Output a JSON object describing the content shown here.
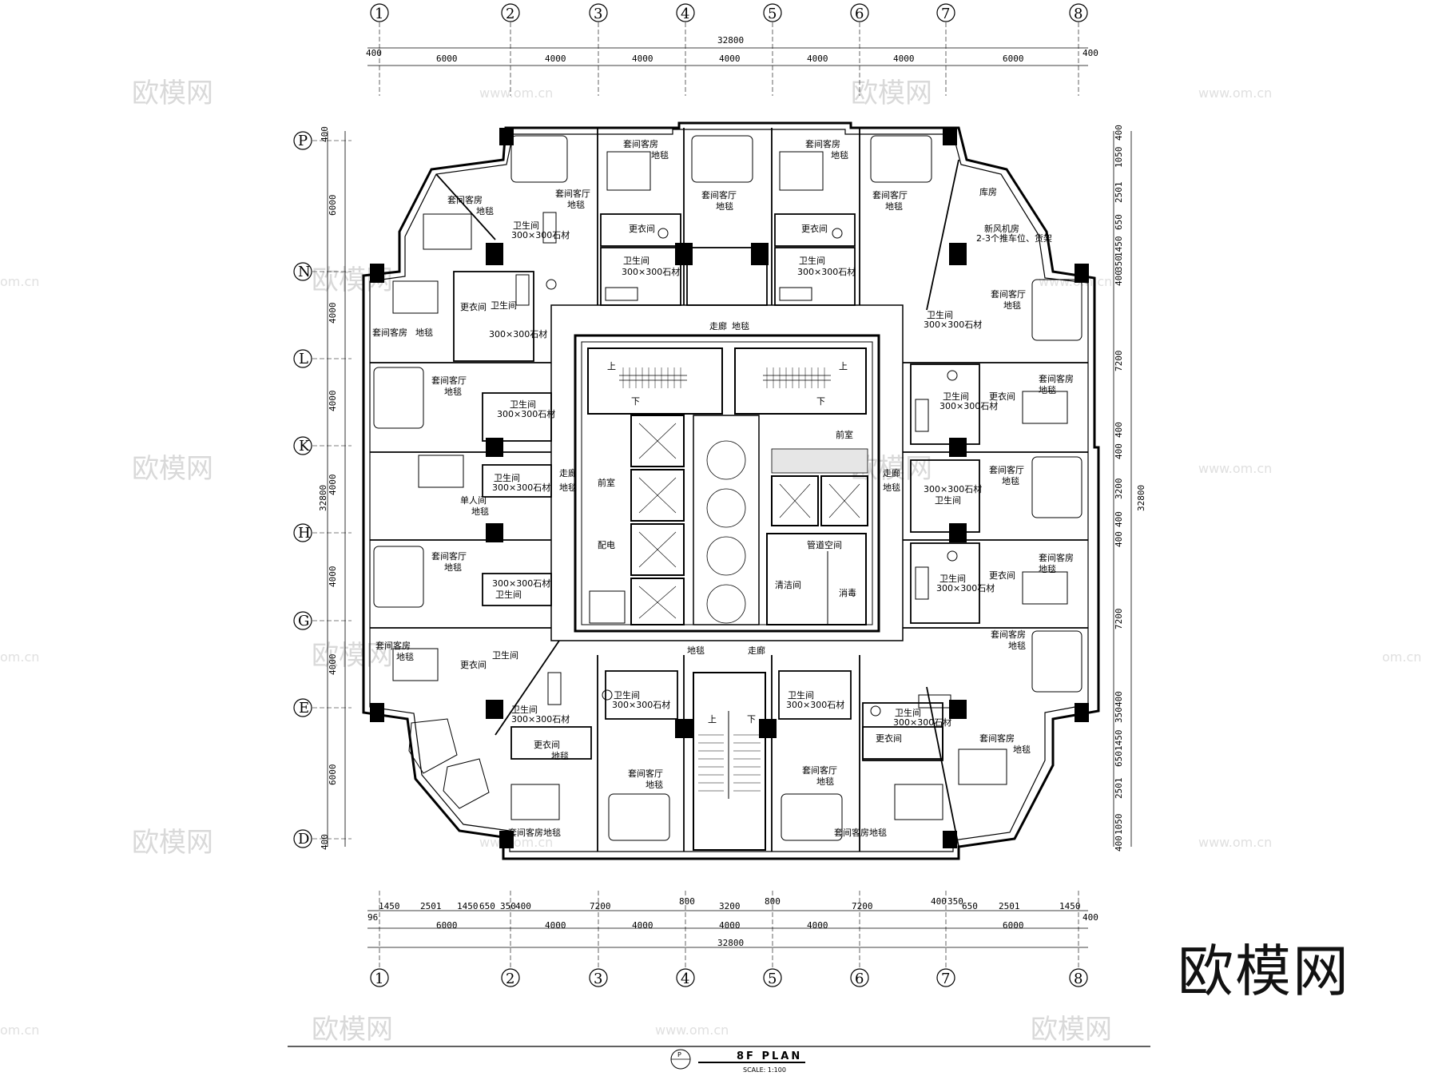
{
  "drawing": {
    "title": "8F PLAN",
    "scale": "SCALE: 1:100",
    "title_marker": "P",
    "brand": "欧模网"
  },
  "watermarks": {
    "logo": "欧模网",
    "url": "www.om.cn",
    "url_short": "om.cn"
  },
  "grid": {
    "columns": [
      "1",
      "2",
      "3",
      "4",
      "5",
      "6",
      "7",
      "8"
    ],
    "rows": [
      "P",
      "N",
      "L",
      "K",
      "H",
      "G",
      "E",
      "D"
    ]
  },
  "dimensions": {
    "total_h": "32800",
    "total_v": "32800",
    "top_bays": [
      "400",
      "6000",
      "4000",
      "4000",
      "4000",
      "4000",
      "4000",
      "6000",
      "400"
    ],
    "bottom_bays": [
      "96",
      "6000",
      "4000",
      "4000",
      "4000",
      "4000",
      "6000",
      "400"
    ],
    "bottom_detail": [
      "1450",
      "2501",
      "1450",
      "650",
      "350",
      "400",
      "7200",
      "800",
      "3200",
      "800",
      "7200",
      "400",
      "350",
      "650",
      "2501",
      "1450"
    ],
    "left_rows": [
      "6000",
      "4000",
      "4000",
      "4000",
      "4000",
      "4000",
      "6000"
    ],
    "left_edge": [
      "400",
      "400"
    ],
    "right_rows": [
      "400",
      "1050",
      "2501",
      "650",
      "1450",
      "350",
      "400",
      "7200",
      "400",
      "400",
      "3200",
      "400",
      "400",
      "7200",
      "400",
      "350",
      "1450",
      "650",
      "2501",
      "1050",
      "400"
    ]
  },
  "rooms": {
    "suite_bedroom": "套间客房",
    "suite_living": "套间客厅",
    "carpet": "地毯",
    "bathroom": "卫生间",
    "stone": "300×300石材",
    "closet": "更衣间",
    "corridor": "走廊",
    "lobby": "前室",
    "storage": "库房",
    "fresh_air": "新风机房",
    "fresh_air_note": "2-3个推车位、货架",
    "single": "单人间",
    "electrical": "配电",
    "pipe_shaft": "管道空间",
    "cleaning": "清洁间",
    "disinfect": "消毒",
    "up": "上",
    "down": "下",
    "suite_bedroom_carpet": "套间客房地毯"
  }
}
